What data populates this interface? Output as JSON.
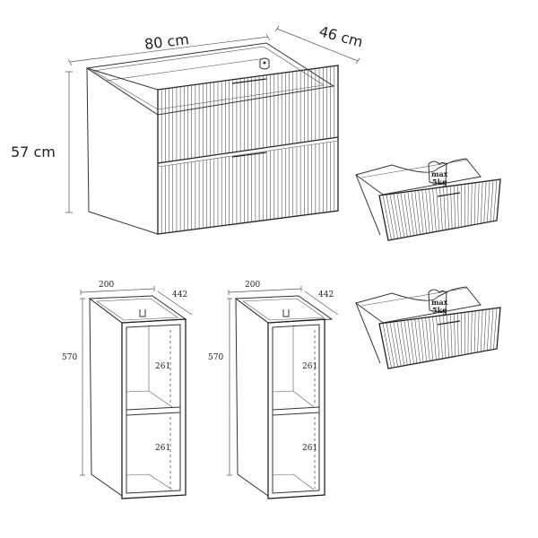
{
  "main_cabinet": {
    "width_label": "80 cm",
    "depth_label": "46 cm",
    "height_label": "57 cm"
  },
  "side_cabinet_left": {
    "width_label": "200",
    "depth_label": "442",
    "height_label": "570",
    "shelf_upper_label": "261",
    "shelf_lower_label": "261"
  },
  "side_cabinet_right": {
    "width_label": "200",
    "depth_label": "442",
    "height_label": "570",
    "shelf_upper_label": "261",
    "shelf_lower_label": "261"
  },
  "drawer_top": {
    "max_label": "max",
    "load_label": "5kg"
  },
  "drawer_bottom": {
    "max_label": "max",
    "load_label": "5kg"
  }
}
